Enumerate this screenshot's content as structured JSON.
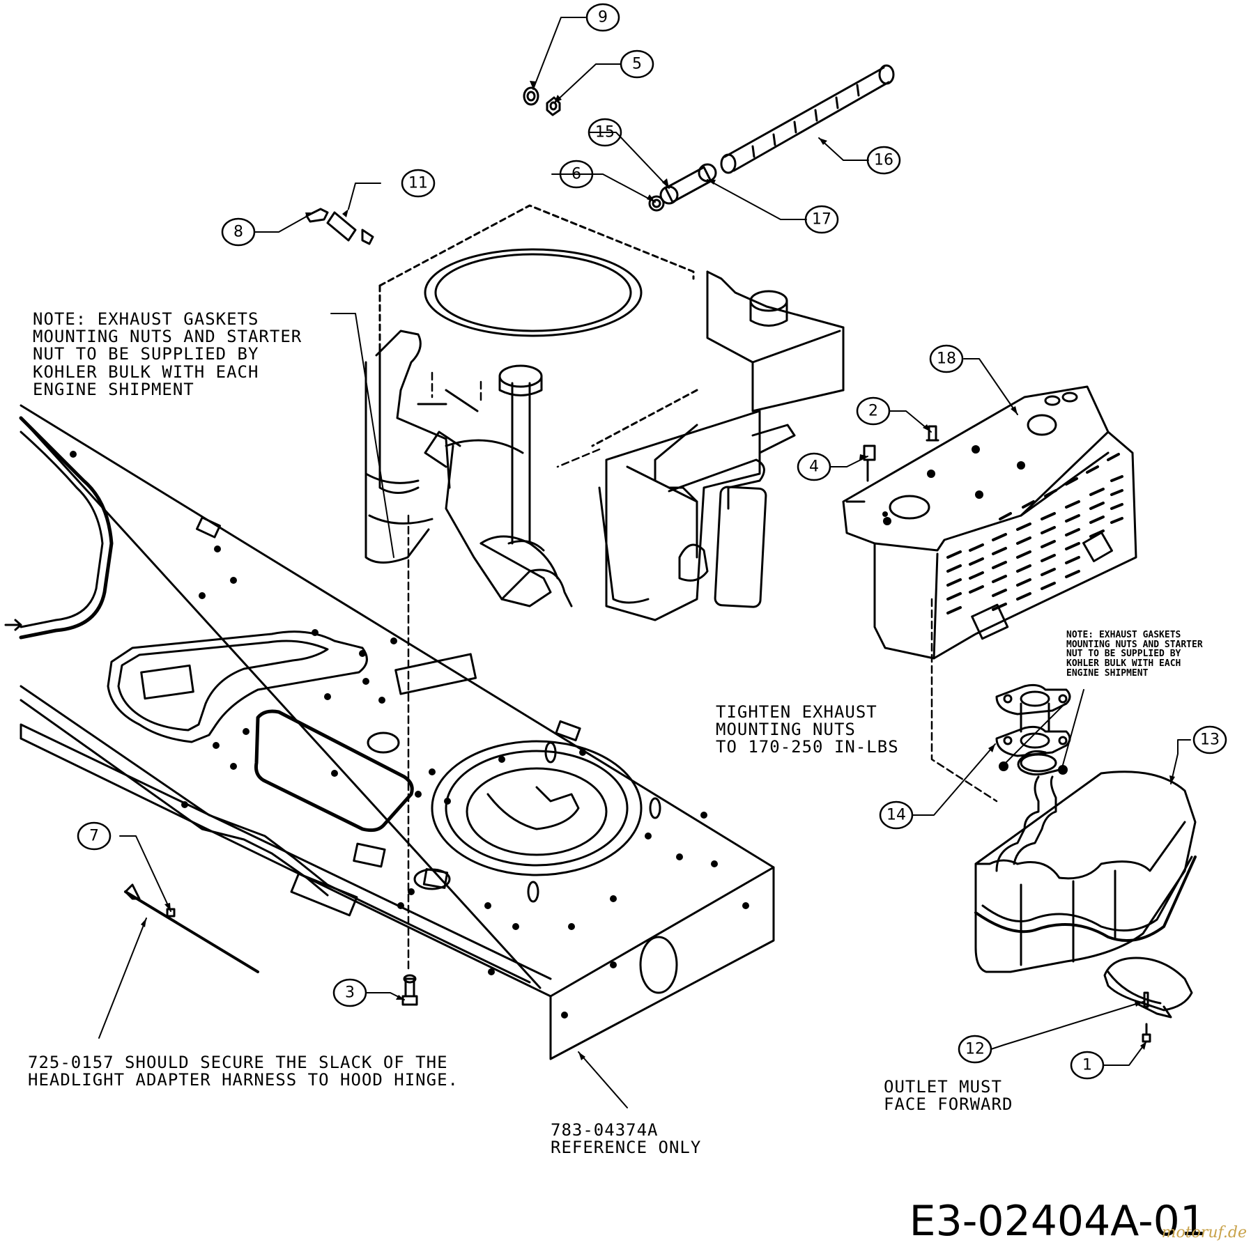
{
  "notes": {
    "kohler_note_main": "NOTE: EXHAUST GASKETS\nMOUNTING NUTS AND STARTER\nNUT TO BE SUPPLIED BY\nKOHLER BULK WITH EACH\nENGINE SHIPMENT",
    "kohler_note_small": "NOTE: EXHAUST GASKETS\nMOUNTING NUTS AND STARTER\nNUT TO BE SUPPLIED BY\nKOHLER BULK WITH EACH\nENGINE SHIPMENT",
    "torque_note": "TIGHTEN EXHAUST\nMOUNTING NUTS\nTO 170-250 IN-LBS",
    "harness_note": "725-0157 SHOULD SECURE THE SLACK OF THE\nHEADLIGHT ADAPTER HARNESS TO HOOD HINGE.",
    "frame_reference": "783-04374A\nREFERENCE ONLY",
    "outlet_note": "OUTLET MUST\nFACE FORWARD"
  },
  "diagram_code": "E3-02404A-01",
  "watermark": "motoruf.de",
  "callouts": [
    "9",
    "5",
    "15",
    "6",
    "16",
    "17",
    "11",
    "8",
    "18",
    "2",
    "4",
    "13",
    "14",
    "7",
    "3",
    "12",
    "1"
  ]
}
